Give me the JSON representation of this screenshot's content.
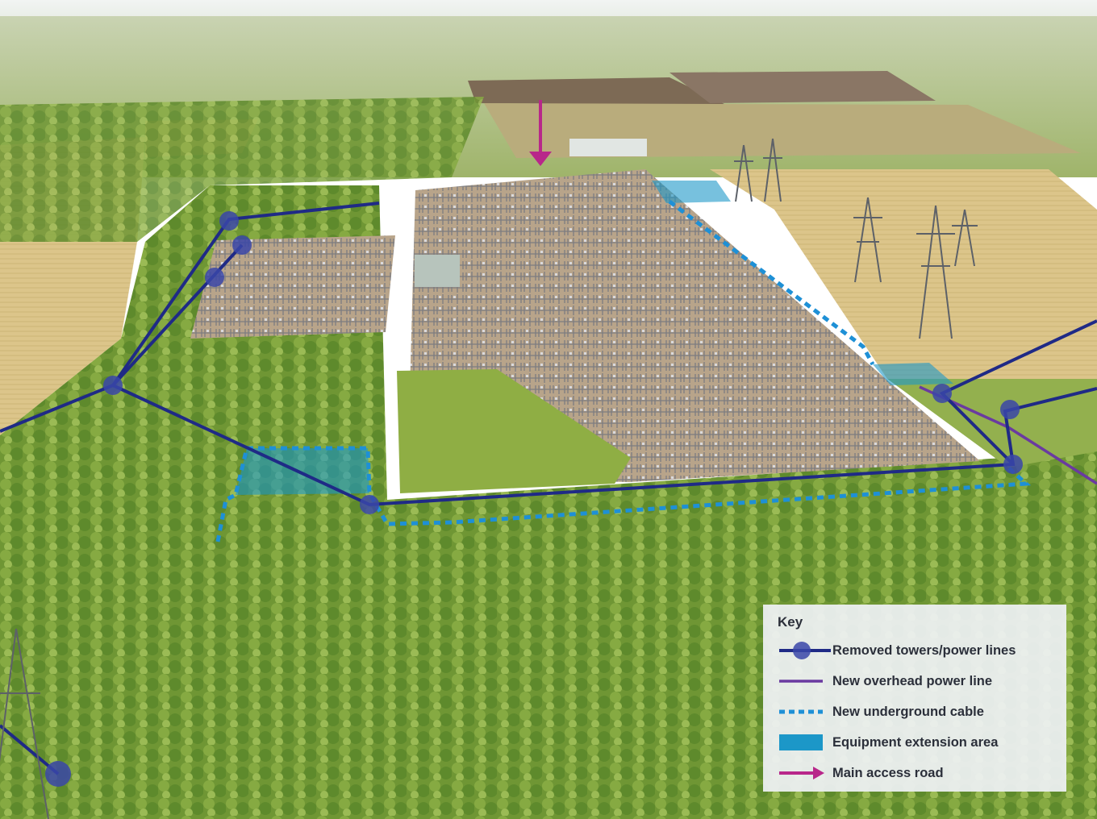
{
  "colors": {
    "removed": "#1f2a86",
    "overhead": "#6a3aa0",
    "underground": "#1e90d6",
    "extension": "#1c97c8",
    "access": "#b8278a",
    "key_bg": "#f0f2f6",
    "key_text": "#2b2f3a"
  },
  "key": {
    "title": "Key",
    "items": [
      {
        "label": "Removed towers/power lines",
        "symbol": "removed-towers-icon"
      },
      {
        "label": "New overhead power line",
        "symbol": "overhead-line-icon"
      },
      {
        "label": "New underground cable",
        "symbol": "underground-cable-icon"
      },
      {
        "label": "Equipment extension area",
        "symbol": "extension-area-icon"
      },
      {
        "label": "Main access road",
        "symbol": "access-road-arrow-icon"
      }
    ]
  }
}
